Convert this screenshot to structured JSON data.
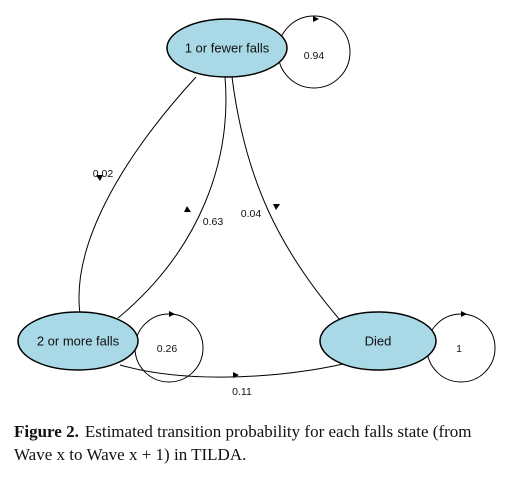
{
  "states": {
    "one_or_fewer": {
      "label": "1 or fewer falls"
    },
    "two_or_more": {
      "label": "2 or more falls"
    },
    "died": {
      "label": "Died"
    }
  },
  "transitions": {
    "one_to_one": "0.94",
    "one_to_two": "0.02",
    "two_to_one": "0.63",
    "one_to_died": "0.04",
    "two_to_two": "0.26",
    "two_to_died": "0.11",
    "died_to_died": "1"
  },
  "colors": {
    "node_fill": "#a9d8e6",
    "stroke": "#000000"
  },
  "caption": {
    "label": "Figure 2.",
    "text": "Estimated transition probability for each falls state (from Wave x to Wave x + 1) in TILDA."
  }
}
